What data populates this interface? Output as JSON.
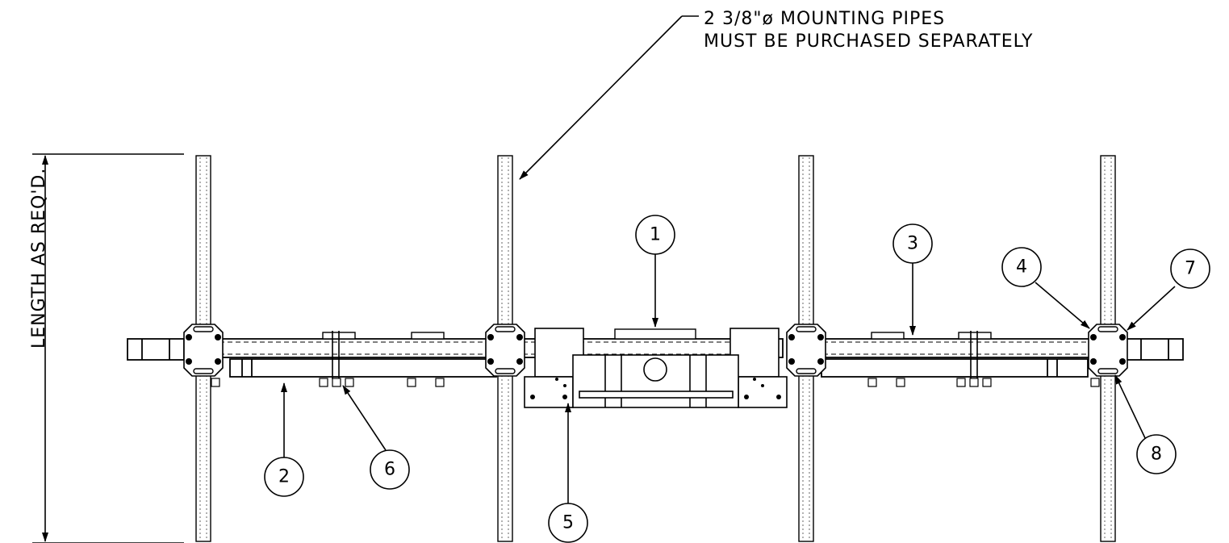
{
  "note": {
    "line1": "2 3/8\"ø MOUNTING PIPES",
    "line2": "MUST BE PURCHASED SEPARATELY"
  },
  "dimension": {
    "label": "LENGTH AS REQ'D."
  },
  "callouts": [
    {
      "id": "callout-1",
      "label": "1"
    },
    {
      "id": "callout-2",
      "label": "2"
    },
    {
      "id": "callout-3",
      "label": "3"
    },
    {
      "id": "callout-4",
      "label": "4"
    },
    {
      "id": "callout-5",
      "label": "5"
    },
    {
      "id": "callout-6",
      "label": "6"
    },
    {
      "id": "callout-7",
      "label": "7"
    },
    {
      "id": "callout-8",
      "label": "8"
    }
  ],
  "colors": {
    "ink": "#000000",
    "paper": "#ffffff"
  }
}
